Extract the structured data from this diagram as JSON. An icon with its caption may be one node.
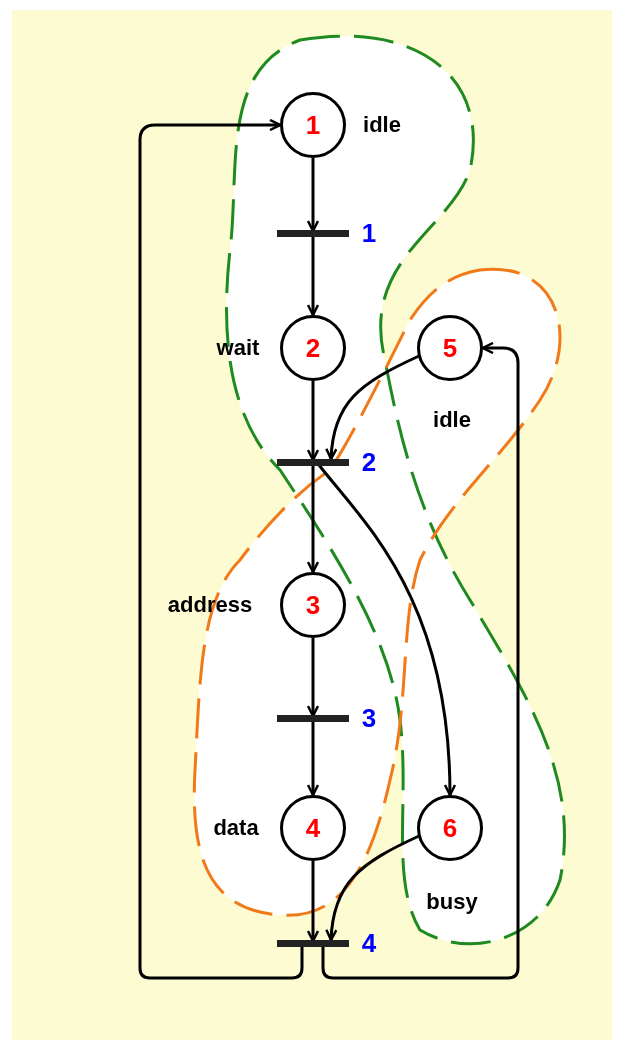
{
  "diagram": {
    "nodes": [
      {
        "text": [
          "1"
        ],
        "beside": [
          "idle"
        ]
      },
      {
        "text": [],
        "shape": "bar",
        "beside": [
          "1"
        ]
      },
      {
        "text": [
          "2"
        ],
        "beside": [
          "wait"
        ]
      },
      {
        "text": [
          "5"
        ],
        "beside": [
          "idle"
        ]
      },
      {
        "text": [],
        "shape": "bar",
        "beside": [
          "2"
        ]
      },
      {
        "text": [
          "3"
        ],
        "beside": [
          "address"
        ]
      },
      {
        "text": [],
        "shape": "bar",
        "beside": [
          "3"
        ]
      },
      {
        "text": [
          "4"
        ],
        "beside": [
          "data"
        ]
      },
      {
        "text": [
          "6"
        ],
        "beside": [
          "busy"
        ]
      },
      {
        "text": [],
        "shape": "bar",
        "beside": [
          "4"
        ]
      }
    ],
    "edges": [
      {
        "from": 0,
        "to": 1,
        "arrow": "to"
      },
      {
        "from": 1,
        "to": 2,
        "arrow": "to"
      },
      {
        "from": 2,
        "to": 4,
        "arrow": "to"
      },
      {
        "from": 3,
        "to": 4,
        "arrow": "to"
      },
      {
        "from": 4,
        "to": 5,
        "arrow": "to"
      },
      {
        "from": 4,
        "to": 8,
        "arrow": "to"
      },
      {
        "from": 5,
        "to": 6,
        "arrow": "to"
      },
      {
        "from": 6,
        "to": 7,
        "arrow": "to"
      },
      {
        "from": 7,
        "to": 9,
        "arrow": "to"
      },
      {
        "from": 8,
        "to": 9,
        "arrow": "to"
      },
      {
        "from": 9,
        "to": 0,
        "arrow": "to"
      },
      {
        "from": 9,
        "to": 3,
        "arrow": "to"
      }
    ]
  }
}
